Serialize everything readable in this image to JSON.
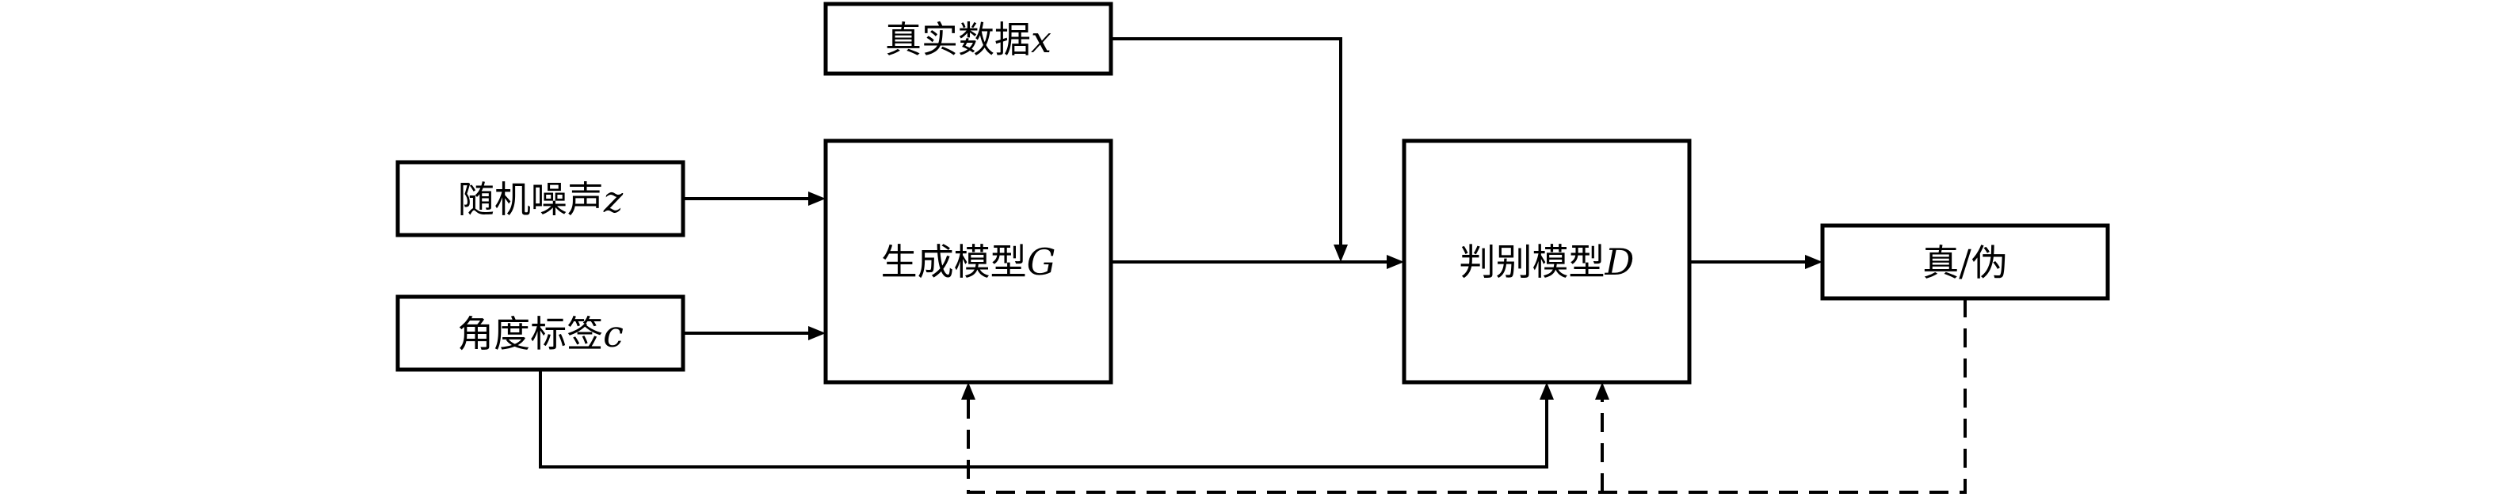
{
  "nodes": {
    "real_data": {
      "text": "真实数据",
      "symbol": "x"
    },
    "noise": {
      "text": "随机噪声",
      "symbol": "z"
    },
    "angle_label": {
      "text": "角度标签",
      "symbol": "c"
    },
    "generator": {
      "text": "生成模型",
      "symbol": "G"
    },
    "discriminator": {
      "text": "判别模型",
      "symbol": "D"
    },
    "output": {
      "text": "真/伪",
      "symbol": ""
    }
  },
  "edges": [
    {
      "from": "noise",
      "to": "generator",
      "style": "solid"
    },
    {
      "from": "angle_label",
      "to": "generator",
      "style": "solid"
    },
    {
      "from": "generator",
      "to": "discriminator",
      "style": "solid"
    },
    {
      "from": "real_data",
      "to": "discriminator",
      "style": "solid"
    },
    {
      "from": "discriminator",
      "to": "output",
      "style": "solid"
    },
    {
      "from": "angle_label",
      "to": "discriminator",
      "style": "solid"
    },
    {
      "from": "output",
      "to": "generator",
      "style": "dashed"
    },
    {
      "from": "output",
      "to": "discriminator",
      "style": "dashed"
    }
  ]
}
